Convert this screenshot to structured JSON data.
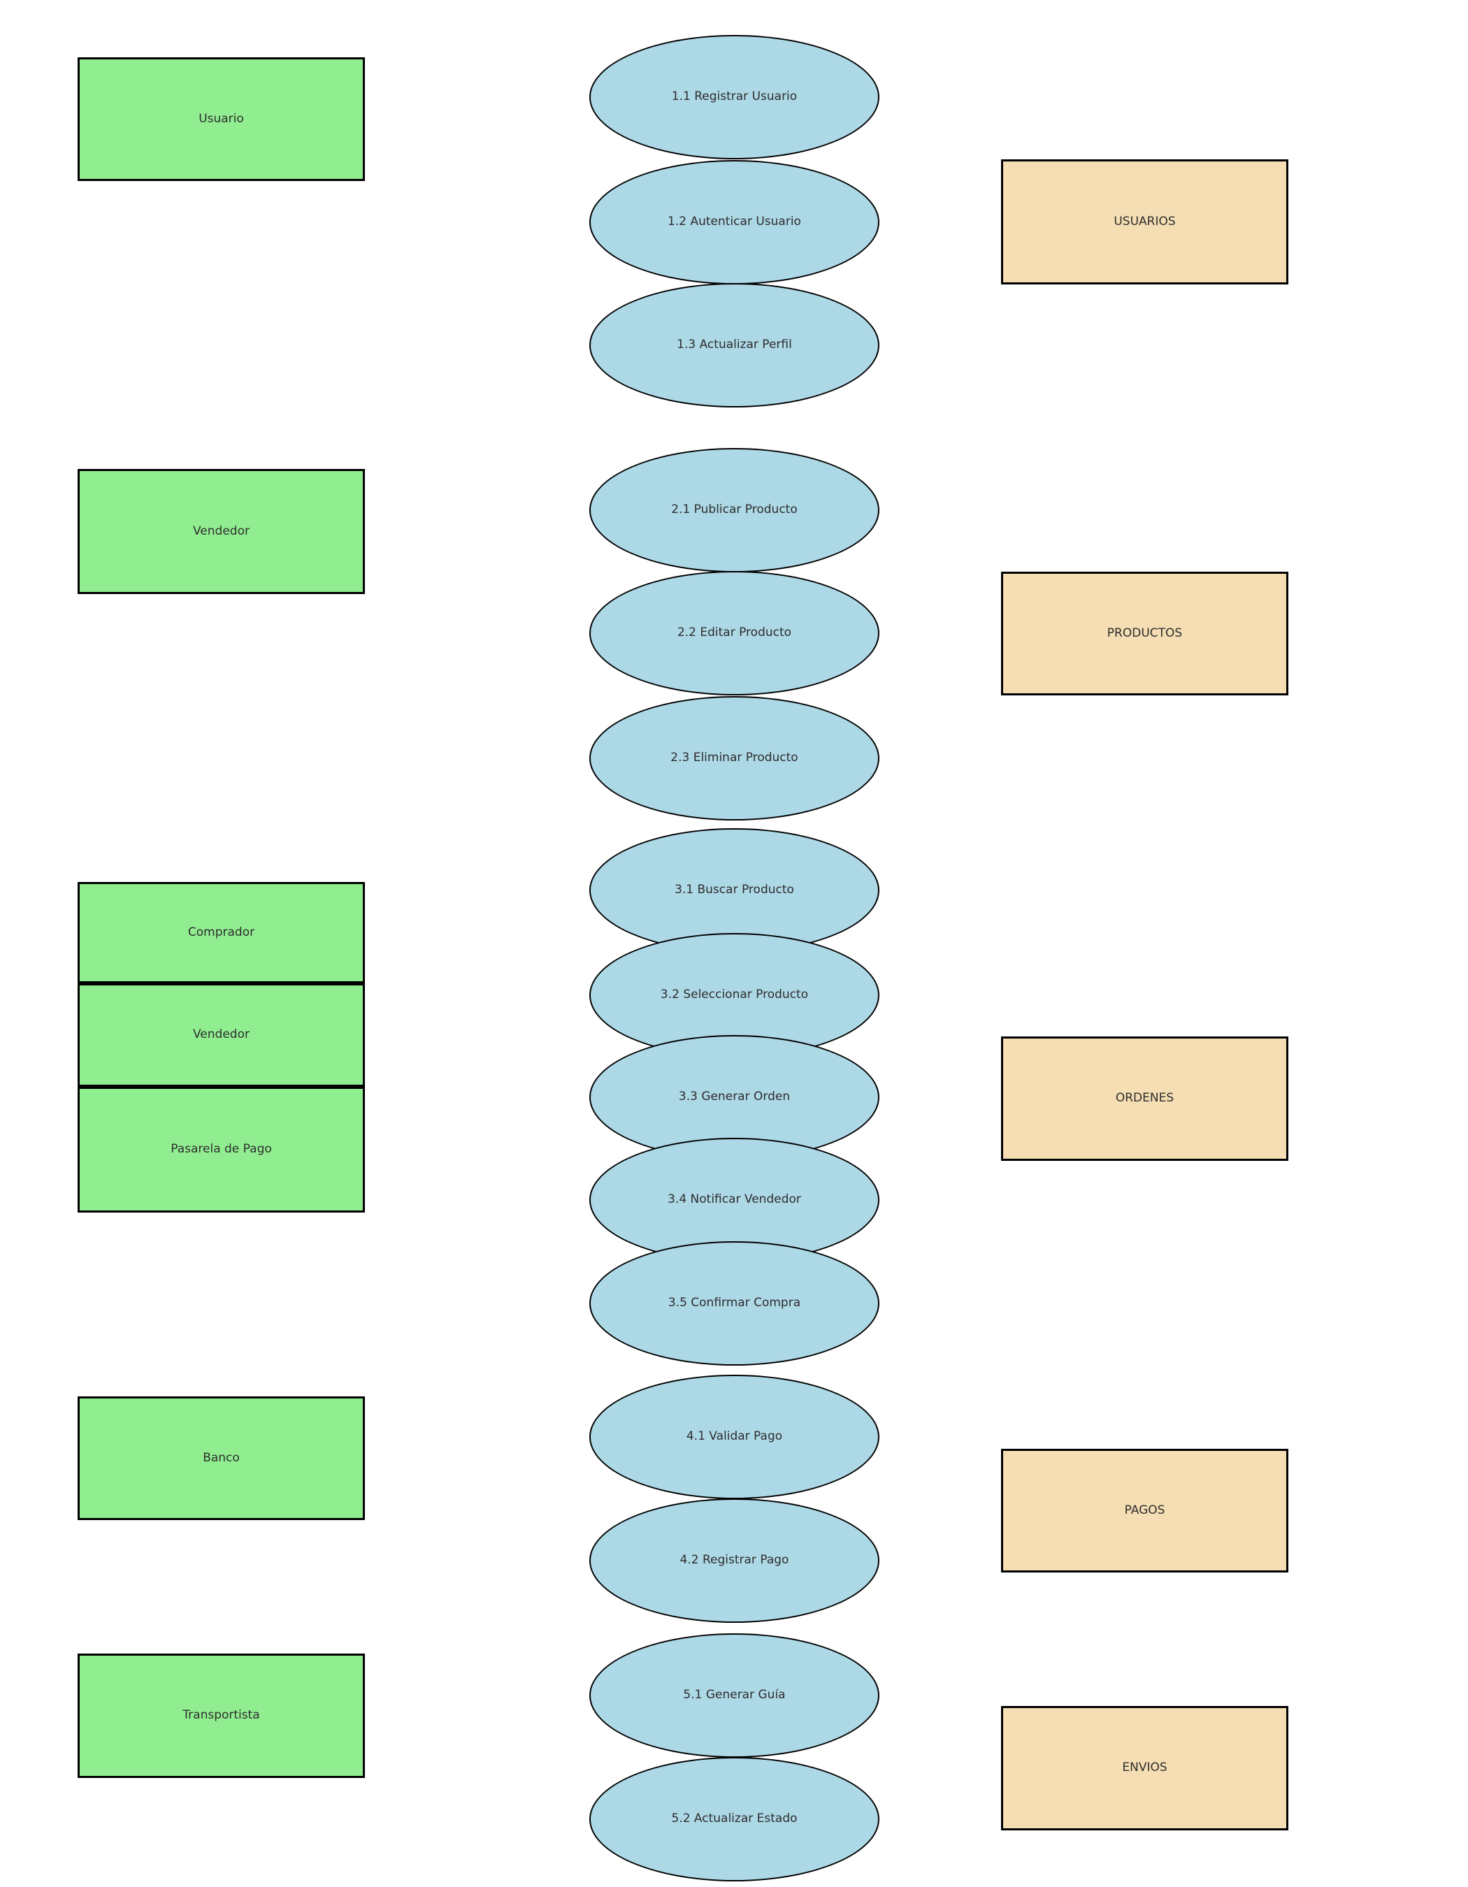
{
  "diagram": {
    "actors": [
      {
        "label": "Usuario"
      },
      {
        "label": "Vendedor"
      },
      {
        "label": "Comprador"
      },
      {
        "label": "Vendedor"
      },
      {
        "label": "Pasarela de Pago"
      },
      {
        "label": "Banco"
      },
      {
        "label": "Transportista"
      }
    ],
    "processes": [
      {
        "label": "1.1 Registrar Usuario"
      },
      {
        "label": "1.2 Autenticar Usuario"
      },
      {
        "label": "1.3 Actualizar Perfil"
      },
      {
        "label": "2.1 Publicar Producto"
      },
      {
        "label": "2.2 Editar Producto"
      },
      {
        "label": "2.3 Eliminar Producto"
      },
      {
        "label": "3.1 Buscar Producto"
      },
      {
        "label": "3.2 Seleccionar Producto"
      },
      {
        "label": "3.3 Generar Orden"
      },
      {
        "label": "3.4 Notificar Vendedor"
      },
      {
        "label": "3.5 Confirmar Compra"
      },
      {
        "label": "4.1 Validar Pago"
      },
      {
        "label": "4.2 Registrar Pago"
      },
      {
        "label": "5.1 Generar Guía"
      },
      {
        "label": "5.2 Actualizar Estado"
      }
    ],
    "datastores": [
      {
        "label": "USUARIOS"
      },
      {
        "label": "PRODUCTOS"
      },
      {
        "label": "ORDENES"
      },
      {
        "label": "PAGOS"
      },
      {
        "label": "ENVIOS"
      }
    ],
    "colors": {
      "actor_fill": "#90EE90",
      "process_fill": "#ADD8E6",
      "datastore_fill": "#F5DEB3",
      "outline": "#000000",
      "text": "#2e2e2e",
      "background": "#ffffff"
    }
  }
}
